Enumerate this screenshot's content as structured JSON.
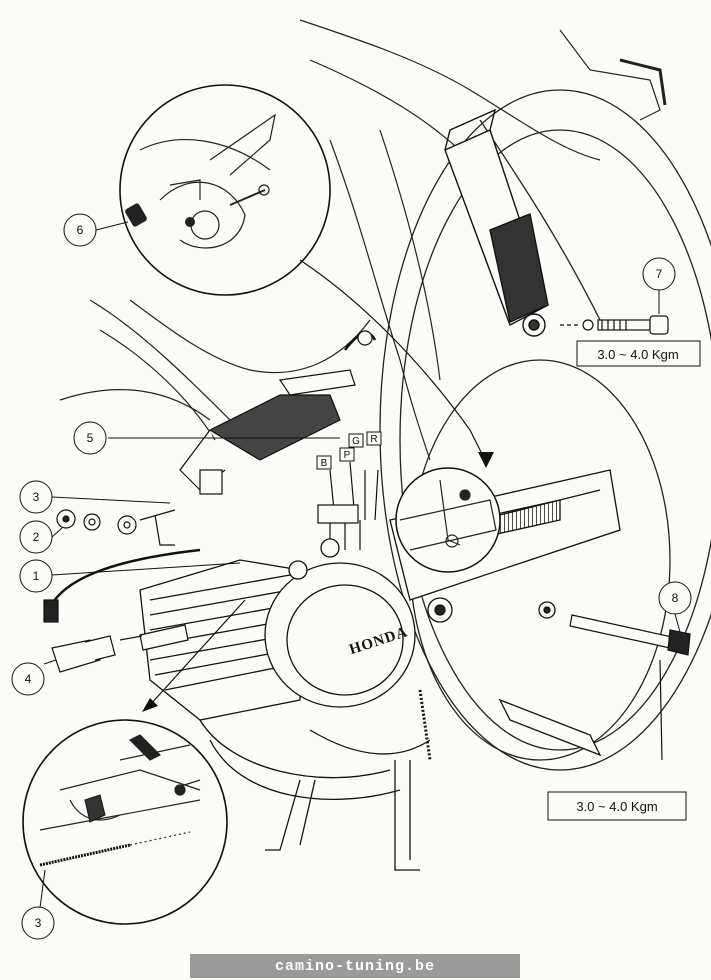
{
  "callouts": {
    "c1": "1",
    "c2": "2",
    "c3": "3",
    "c3b": "3",
    "c4": "4",
    "c5": "5",
    "c6": "6",
    "c7": "7",
    "c8": "8"
  },
  "torque": {
    "upper": "3.0 ~ 4.0 Kgm",
    "lower": "3.0 ~ 4.0 Kgm"
  },
  "wire_tags": {
    "g": "G",
    "r": "R",
    "b": "B",
    "p": "P"
  },
  "brand": "HONDA",
  "footer": "camino-tuning.be"
}
